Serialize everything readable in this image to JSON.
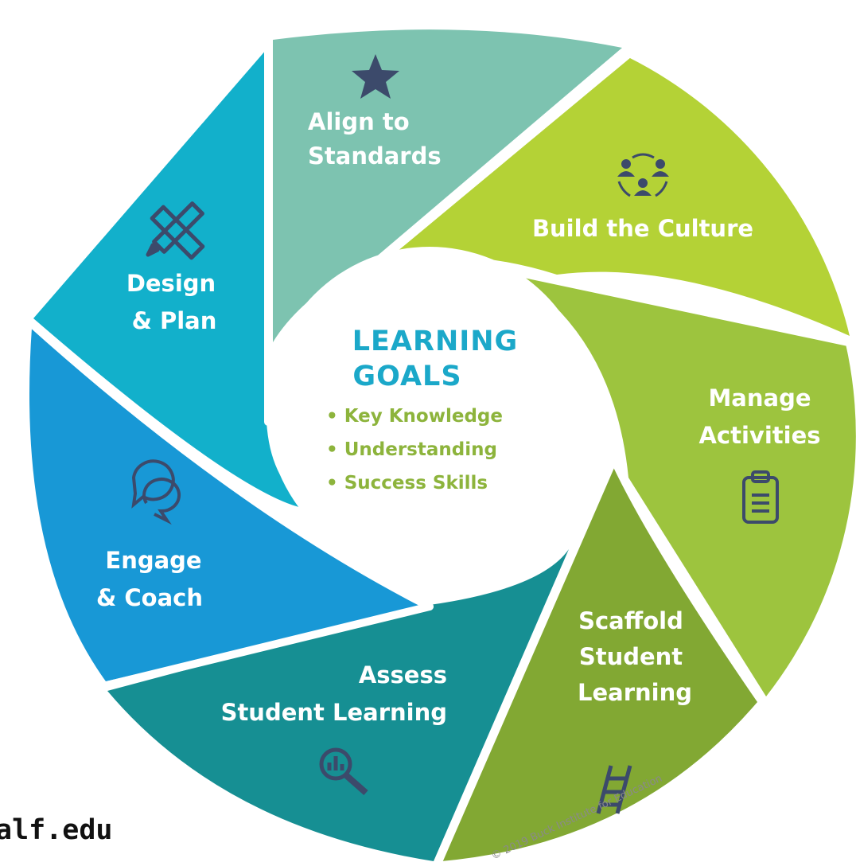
{
  "colors": {
    "design_plan": "#12B0CB",
    "align_standards": "#7DC3B0",
    "build_culture": "#B4D236",
    "manage_activities": "#9DC43E",
    "scaffold_learning": "#82A833",
    "assess_learning": "#168F93",
    "engage_coach": "#1898D6",
    "center_title": "#1BA8C9",
    "center_items": "#8DB43C",
    "icon": "#3C4A6B"
  },
  "segments": {
    "design_plan": {
      "label": [
        "Design",
        "& Plan"
      ],
      "icon": "pencil-ruler-icon"
    },
    "align_standards": {
      "label": [
        "Align to",
        "Standards"
      ],
      "icon": "star-icon"
    },
    "build_culture": {
      "label": [
        "Build the Culture"
      ],
      "icon": "people-group-icon"
    },
    "manage_activities": {
      "label": [
        "Manage",
        "Activities"
      ],
      "icon": "clipboard-icon"
    },
    "scaffold_learning": {
      "label": [
        "Scaffold",
        "Student",
        "Learning"
      ],
      "icon": "ladder-icon"
    },
    "assess_learning": {
      "label": [
        "Assess",
        "Student Learning"
      ],
      "icon": "magnifier-chart-icon"
    },
    "engage_coach": {
      "label": [
        "Engage",
        "& Coach"
      ],
      "icon": "chat-bubbles-icon"
    }
  },
  "center": {
    "title": [
      "LEARNING",
      "GOALS"
    ],
    "items": [
      "• Key Knowledge",
      "• Understanding",
      "• Success Skills"
    ]
  },
  "copyright": "© 2019 Buck Institute for Education",
  "footer": "alf.edu"
}
